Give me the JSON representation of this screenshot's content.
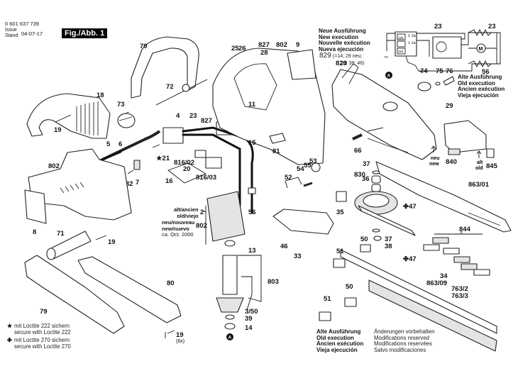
{
  "header": {
    "part_number": "0 601 637 739",
    "issue_label_1": "Issue",
    "issue_label_2": "Stand",
    "issue_date": "04-07-17",
    "figure_label": "Fig./Abb. 1"
  },
  "notes": {
    "new_execution": [
      "Neue Ausführung",
      "New execution",
      "Nouvelle exécution",
      "Nueva ejecución"
    ],
    "new_829": "829",
    "new_829_detail_1": "(=14; 29 neu;",
    "new_829_detail_2": "33; 39; 46)",
    "old_execution_top": [
      "Alte Ausführung",
      "Old execution",
      "Ancien exécution",
      "Vieja ejecución"
    ],
    "old_execution_bottom": [
      "Alte Ausführung",
      "Old execution",
      "Ancien exécution",
      "Vieja ejecución"
    ],
    "modifications": [
      "Änderungen vorbehalten",
      "Modifications reserved",
      "Modifications reservées",
      "Salvo modificaciones"
    ],
    "alt_old": [
      "alt/ancien",
      "old/viejo"
    ],
    "new_new": [
      "neu/nouveau",
      "new/nuevo",
      "ca. Oct. 2000"
    ],
    "neu_new": [
      "neu",
      "new"
    ],
    "alt_old_small": [
      "alt",
      "old"
    ],
    "count_6x": "(6x)"
  },
  "legend": [
    {
      "symbol": "★",
      "icon": "star-icon",
      "line1": "mit Loctite 222 sichern",
      "line2": "secure with Loctite 222"
    },
    {
      "symbol": "✤",
      "icon": "cross-flower-icon",
      "line1": "mit Loctite 270 sichern",
      "line2": "secure with Loctite 270"
    }
  ],
  "callouts": {
    "p70": "70",
    "p72": "72",
    "p73": "73",
    "p18": "18",
    "p19a": "19",
    "p5": "5",
    "p6": "6",
    "p4": "4",
    "p23a": "23",
    "p827a": "827",
    "p21": "21",
    "p816_02": "816/02",
    "p20": "20",
    "p16": "16",
    "p816_03": "816/03",
    "p32": "32",
    "p7": "7",
    "p802a": "802",
    "p8": "8",
    "p71": "71",
    "p19b": "19",
    "p79": "79",
    "p80": "80",
    "p19c": "19",
    "p25": "25",
    "p26": "26",
    "p827b": "827",
    "p28": "28",
    "p802b": "802",
    "p9": "9",
    "p11": "11",
    "p15": "15",
    "p81": "81",
    "p53": "53",
    "p55": "55",
    "p54": "54",
    "p52": "52",
    "p56a": "56",
    "p2": "2",
    "p802c": "802",
    "p13": "13",
    "p803": "803",
    "p3_50": "3/50",
    "p39": "39",
    "p14": "14",
    "p46": "46",
    "p33": "33",
    "p35": "35",
    "p829": "829",
    "p74": "74",
    "p75": "75",
    "p76": "76",
    "p29": "29",
    "p840": "840",
    "p845": "845",
    "p66": "66",
    "p37a": "37",
    "p830": "830",
    "p36": "36",
    "p47a": "47",
    "p37b": "37",
    "p38": "38",
    "p47b": "47",
    "p50a": "50",
    "p51a": "51",
    "p844": "844",
    "p34": "34",
    "p863_01": "863/01",
    "p863_09": "863/09",
    "p763_2": "763/2",
    "p763_3": "763/3",
    "p51b": "51",
    "p50b": "50",
    "p23b": "23",
    "p23c": "23",
    "p56b": "56",
    "circle_a": "A"
  },
  "wiring": {
    "terminals": [
      "2",
      "2a",
      "12b",
      "1",
      "1a",
      "11b"
    ],
    "motor_label": "M",
    "ac_symbol": "~"
  }
}
